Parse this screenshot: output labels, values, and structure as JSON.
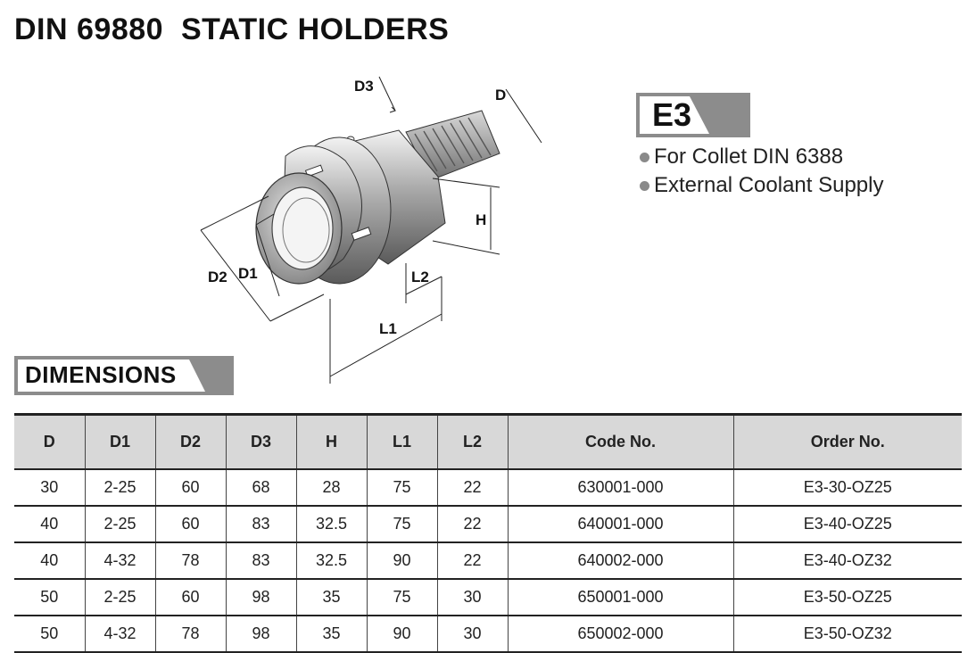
{
  "title": "DIN 69880  STATIC HOLDERS",
  "drawing_labels": {
    "d3": "D3",
    "d": "D",
    "h": "H",
    "d2": "D2",
    "d1": "D1",
    "l2": "L2",
    "l1": "L1"
  },
  "badge": "E3",
  "features": [
    "For Collet DIN 6388",
    "External Coolant Supply"
  ],
  "section_title": "DIMENSIONS",
  "table": {
    "headers": [
      "D",
      "D1",
      "D2",
      "D3",
      "H",
      "L1",
      "L2",
      "Code No.",
      "Order No."
    ],
    "rows": [
      [
        "30",
        "2-25",
        "60",
        "68",
        "28",
        "75",
        "22",
        "630001-000",
        "E3-30-OZ25"
      ],
      [
        "40",
        "2-25",
        "60",
        "83",
        "32.5",
        "75",
        "22",
        "640001-000",
        "E3-40-OZ25"
      ],
      [
        "40",
        "4-32",
        "78",
        "83",
        "32.5",
        "90",
        "22",
        "640002-000",
        "E3-40-OZ32"
      ],
      [
        "50",
        "2-25",
        "60",
        "98",
        "35",
        "75",
        "30",
        "650001-000",
        "E3-50-OZ25"
      ],
      [
        "50",
        "4-32",
        "78",
        "98",
        "35",
        "90",
        "30",
        "650002-000",
        "E3-50-OZ32"
      ]
    ]
  },
  "colors": {
    "header_bg": "#d8d8d8",
    "badge_tab": "#8c8c8c",
    "bullet": "#8a8a8a"
  }
}
